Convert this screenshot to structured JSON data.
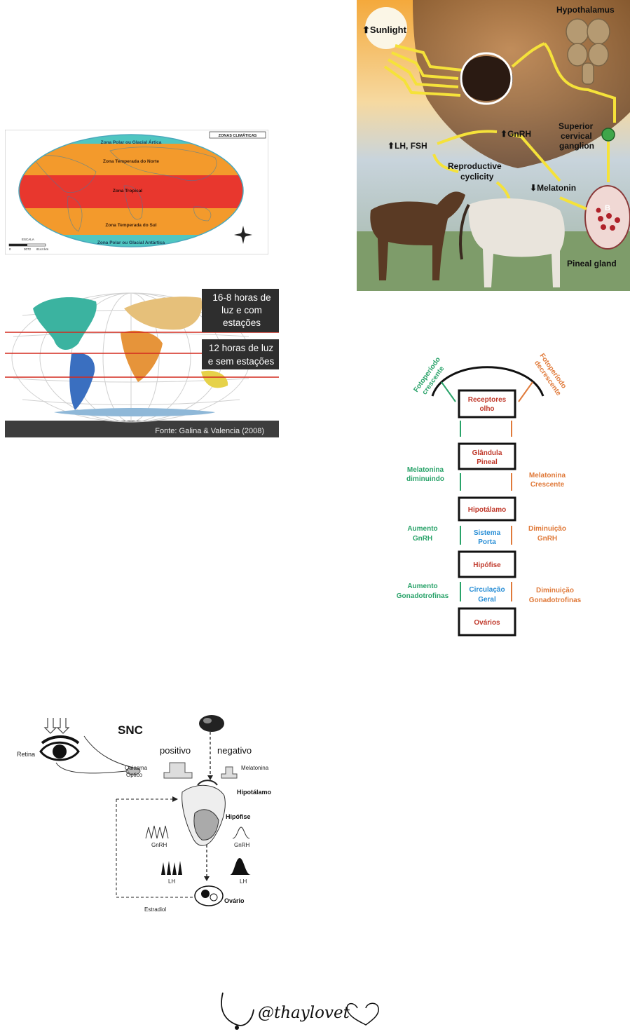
{
  "climate_map": {
    "legend_title": "ZONAS CLIMÁTICAS",
    "zones": [
      "Zona Polar ou Glacial Ártica",
      "Zona Temperada do Norte",
      "Zona Tropical",
      "Zona Temperada do Sul",
      "Zona Polar ou Glacial Antártica"
    ],
    "scale_label": "ESCALA",
    "scale_ticks": [
      "0",
      "3072",
      "6144 km"
    ],
    "colors": {
      "ocean_polar": "#4fc6c1",
      "temperate": "#f39a2c",
      "tropical": "#e8372e"
    }
  },
  "photoperiod_map": {
    "box1": [
      "16-8 horas de",
      "luz e com",
      "estações"
    ],
    "box2": [
      "12 horas de luz",
      "e sem estações"
    ],
    "source": "Fonte: Galina & Valencia (2008)"
  },
  "horse_diagram": {
    "labels": {
      "sunlight": "Sunlight",
      "hypothalamus": "Hypothalamus",
      "superior": "Superior",
      "cervical": "cervical",
      "ganglion": "ganglion",
      "gnrh": "GnRH",
      "lhfsh": "LH, FSH",
      "reproductive": "Reproductive",
      "cyclicity": "cyclicity",
      "melatonin": "Melatonin",
      "b": "B",
      "pineal": "Pineal gland"
    }
  },
  "flowchart": {
    "left_arc": [
      "Fotoperíodo",
      "crescente"
    ],
    "right_arc": [
      "Fotoperíodo",
      "decrescente"
    ],
    "boxes": [
      "Receptores olho",
      "Glândula Pineal",
      "Hipotálamo",
      "Hipófise",
      "Ovários"
    ],
    "left_labels": [
      [
        "Melatonina",
        "diminuindo"
      ],
      [
        "Aumento",
        "GnRH"
      ],
      [
        "Aumento",
        "Gonadotrofinas"
      ]
    ],
    "right_labels": [
      [
        "Melatonina",
        "Crescente"
      ],
      [
        "Diminuição",
        "GnRH"
      ],
      [
        "Diminuição",
        "Gonadotrofinas"
      ]
    ],
    "center_labels": [
      [
        "Sistema",
        "Porta"
      ],
      [
        "Circulação",
        "Geral"
      ]
    ]
  },
  "snc_diagram": {
    "title": "SNC",
    "retina": "Retina",
    "quiasma": [
      "Quiasma",
      "Óptico"
    ],
    "positivo": "positivo",
    "negativo": "negativo",
    "melatonina": "Melatonina",
    "hipotalamo": "Hipotálamo",
    "hipofise": "Hipófise",
    "gnrh_left": "GnRH",
    "gnrh_right": "GnRH",
    "lh_left": "LH",
    "lh_right": "LH",
    "ovario": "Ovário",
    "estradiol": "Estradiol"
  },
  "signature": {
    "handle": "@thaylovet"
  }
}
